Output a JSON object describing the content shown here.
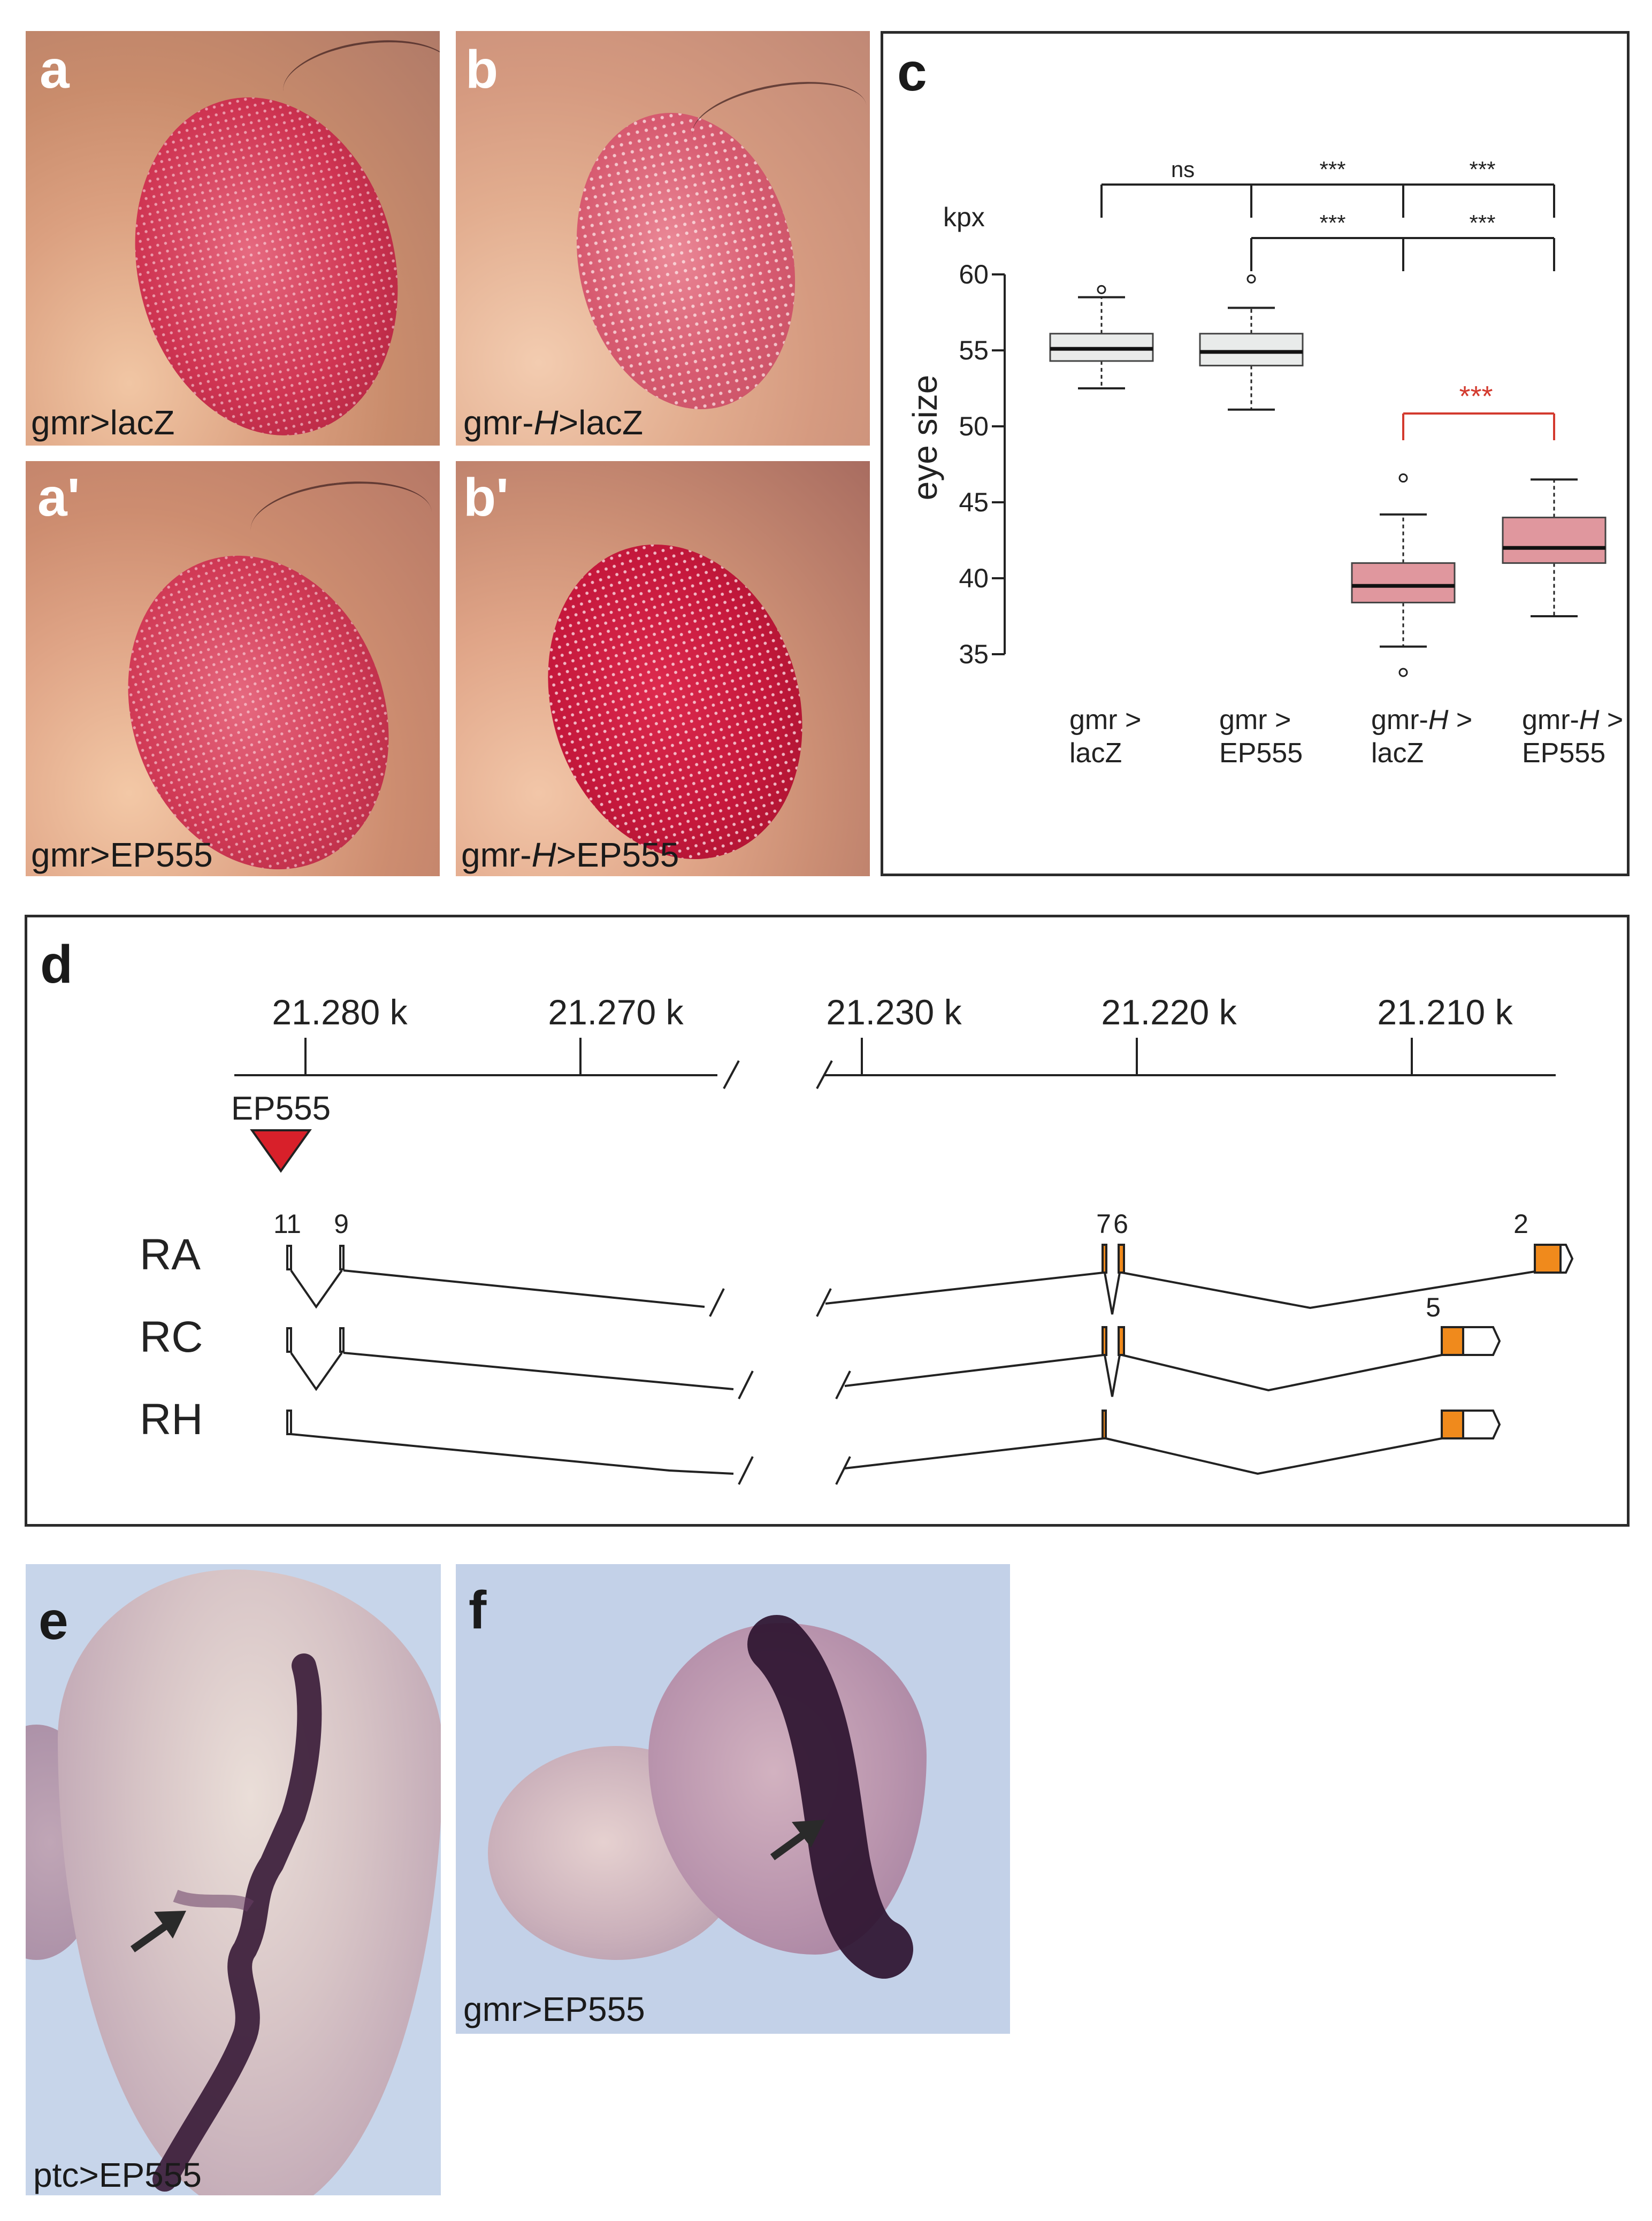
{
  "panels": {
    "a": {
      "letter": "a",
      "caption": "gmr>lacZ"
    },
    "b": {
      "letter": "b",
      "caption_pre": "gmr-",
      "caption_italic": "H",
      "caption_post": ">lacZ"
    },
    "a2": {
      "letter": "a'",
      "caption": "gmr>EP555"
    },
    "b2": {
      "letter": "b'",
      "caption_pre": "gmr-",
      "caption_italic": "H",
      "caption_post": ">EP555"
    },
    "c": {
      "letter": "c"
    },
    "d": {
      "letter": "d"
    },
    "e": {
      "letter": "e",
      "caption": "ptc>EP555"
    },
    "f": {
      "letter": "f",
      "caption": "gmr>EP555"
    }
  },
  "chart_data": {
    "type": "box",
    "ylabel": "eye size",
    "unit": "kpx",
    "ylim": [
      35,
      60
    ],
    "yticks": [
      "35",
      "40",
      "45",
      "50",
      "55",
      "60"
    ],
    "groups": [
      {
        "line1": "gmr >",
        "line2": "lacZ",
        "min": 52.5,
        "q1": 54.3,
        "median": 55.1,
        "q3": 56.1,
        "max": 58.5,
        "outliers": [
          59.0
        ],
        "color": "#e9ebea"
      },
      {
        "line1": "gmr >",
        "line2": "EP555",
        "min": 51.1,
        "q1": 54.0,
        "median": 54.9,
        "q3": 56.1,
        "max": 57.8,
        "outliers": [
          59.7
        ],
        "color": "#e9ebea"
      },
      {
        "line1_pre": "gmr-",
        "line1_italic": "H",
        "line1_post": " >",
        "line2": "lacZ",
        "min": 35.5,
        "q1": 38.4,
        "median": 39.5,
        "q3": 41.0,
        "max": 44.2,
        "outliers": [
          46.6,
          33.8
        ],
        "color": "#e0979e"
      },
      {
        "line1_pre": "gmr-",
        "line1_italic": "H",
        "line1_post": " >",
        "line2": "EP555",
        "min": 37.5,
        "q1": 41.0,
        "median": 42.0,
        "q3": 44.0,
        "max": 46.5,
        "outliers": [],
        "color": "#e0979e"
      }
    ],
    "significance": [
      {
        "label": "ns",
        "from": 0,
        "to": 1
      },
      {
        "label": "***",
        "from": 1,
        "to": 2
      },
      {
        "label": "***",
        "from": 2,
        "to": 3
      },
      {
        "label": "***",
        "from": 1,
        "to": 2
      },
      {
        "label": "***",
        "from": 2,
        "to": 3
      },
      {
        "label": "***",
        "from": 2,
        "to": 3
      }
    ]
  },
  "genome": {
    "ticks_left": [
      "21.280 k",
      "21.270 k"
    ],
    "ticks_right": [
      "21.230 k",
      "21.220 k",
      "21.210 k"
    ],
    "insertion_label": "EP555",
    "insertion_color": "#d8202a",
    "exon_color": "#f08a1c",
    "exon_labels": [
      "11",
      "9",
      "7",
      "6",
      "2",
      "5"
    ],
    "transcripts": [
      "RA",
      "RC",
      "RH"
    ]
  }
}
